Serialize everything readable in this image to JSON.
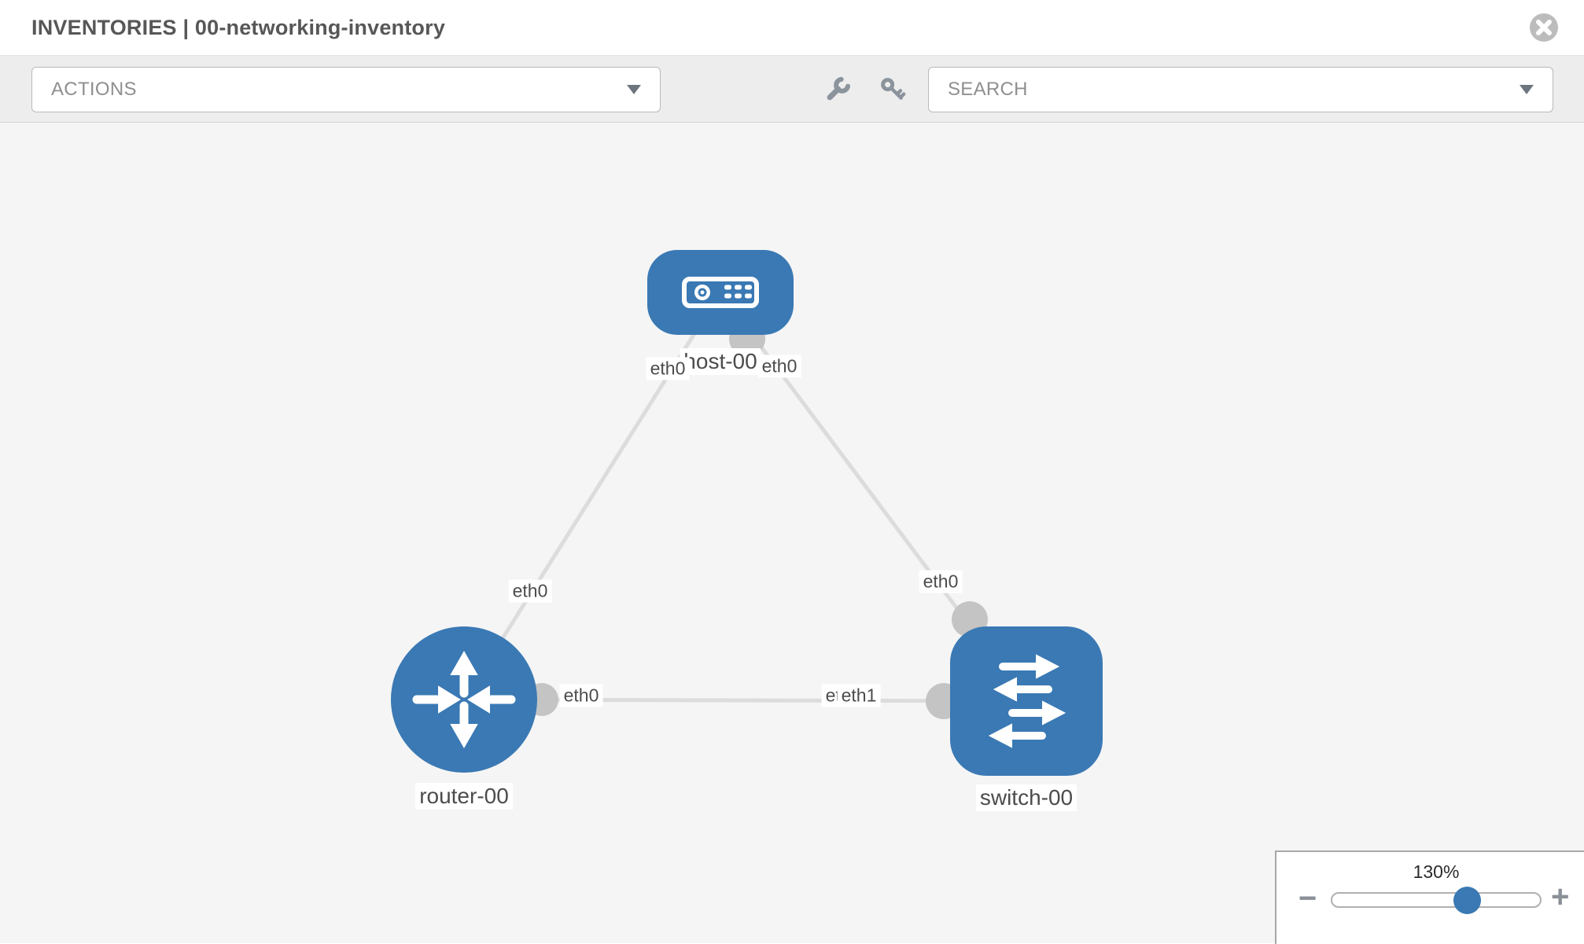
{
  "header": {
    "title": "INVENTORIES | 00-networking-inventory",
    "close_icon": "x-circle"
  },
  "toolbar": {
    "actions_placeholder": "ACTIONS",
    "search_placeholder": "SEARCH",
    "icons": [
      "wrench-icon",
      "key-icon",
      "chevron-down-icon"
    ]
  },
  "topology": {
    "nodes": [
      {
        "label": "host-00",
        "type": "host",
        "icon": "server-icon"
      },
      {
        "label": "router-00",
        "type": "router",
        "icon": "router-arrows-icon"
      },
      {
        "label": "switch-00",
        "type": "switch",
        "icon": "switch-arrows-icon"
      }
    ],
    "links": [
      {
        "from": "host-00",
        "to": "router-00",
        "from_if": "eth0",
        "to_if": "eth0"
      },
      {
        "from": "host-00",
        "to": "switch-00",
        "from_if": "eth0",
        "to_if": "eth0"
      },
      {
        "from": "router-00",
        "to": "switch-00",
        "from_if": "eth0",
        "to_if": "eth1"
      }
    ],
    "interfaces": {
      "host_router_host": "eth0",
      "host_router_router": "eth0",
      "host_switch_host": "eth0",
      "host_switch_switch": "eth0",
      "router_switch_router": "eth0",
      "router_switch_switch_under": "eth0",
      "router_switch_switch": "eth1"
    }
  },
  "zoom_control": {
    "level": "130%",
    "zoom_out": "−",
    "zoom_in": "+"
  },
  "colors": {
    "node_blue": "#3a79b4",
    "link_gray": "#dcdcdc",
    "connector_gray": "#c4c4c4",
    "toolbar_bg": "#ededed",
    "canvas_bg": "#f5f5f5",
    "icon_gray": "#8b949c"
  }
}
